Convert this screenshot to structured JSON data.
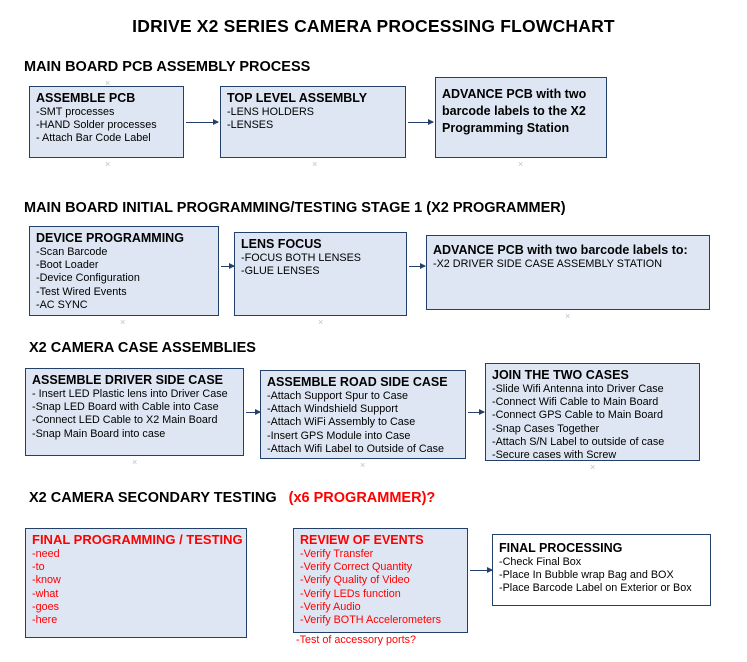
{
  "title": "IDRIVE X2  SERIES CAMERA PROCESSING FLOWCHART",
  "sections": [
    {
      "heading": "MAIN BOARD PCB ASSEMBLY PROCESS",
      "heading_red": "",
      "boxes": [
        {
          "title": "ASSEMBLE PCB",
          "items": [
            "-SMT processes",
            "-HAND Solder processes",
            "- Attach Bar Code Label"
          ]
        },
        {
          "title": "TOP LEVEL ASSEMBLY",
          "items": [
            "-LENS HOLDERS",
            "-LENSES"
          ]
        },
        {
          "title": "ADVANCE PCB with two barcode labels to the X2 Programming Station",
          "items": []
        }
      ]
    },
    {
      "heading": "MAIN BOARD INITIAL PROGRAMMING/TESTING STAGE 1 (X2 PROGRAMMER)",
      "heading_red": "",
      "boxes": [
        {
          "title": "DEVICE PROGRAMMING",
          "items": [
            "-Scan Barcode",
            "-Boot Loader",
            "-Device Configuration",
            "-Test Wired Events",
            "-AC SYNC"
          ]
        },
        {
          "title": "LENS FOCUS",
          "items": [
            "-FOCUS BOTH LENSES",
            "-GLUE LENSES"
          ]
        },
        {
          "title": "ADVANCE PCB with two barcode labels to:",
          "items": [
            "-X2 DRIVER  SIDE  CASE  ASSEMBLY STATION"
          ]
        }
      ]
    },
    {
      "heading": "X2 CAMERA CASE ASSEMBLIES",
      "heading_red": "",
      "boxes": [
        {
          "title": "ASSEMBLE DRIVER SIDE CASE",
          "items": [
            "- Insert LED Plastic lens into Driver Case",
            "-Snap LED Board with Cable into Case",
            "-Connect LED Cable to X2 Main Board",
            "-Snap Main Board into case"
          ]
        },
        {
          "title": "ASSEMBLE ROAD SIDE CASE",
          "items": [
            "-Attach Support Spur to Case",
            "-Attach Windshield Support",
            "-Attach WiFi Assembly to Case",
            "-Insert GPS Module into Case",
            "-Attach Wifi Label to Outside of Case"
          ]
        },
        {
          "title": "JOIN THE TWO CASES",
          "items": [
            "-Slide Wifi Antenna into Driver Case",
            "-Connect Wifi Cable to Main Board",
            "-Connect GPS Cable to Main Board",
            "-Snap Cases Together",
            "-Attach S/N Label to outside of case",
            "-Secure cases with Screw"
          ]
        }
      ]
    },
    {
      "heading": "X2 CAMERA SECONDARY TESTING",
      "heading_red": "(x6 PROGRAMMER)?",
      "boxes": [
        {
          "title": "FINAL PROGRAMMING / TESTING",
          "items": [
            "-need",
            "-to",
            "-know",
            "-what",
            "-goes",
            "-here"
          ]
        },
        {
          "title": "REVIEW OF EVENTS",
          "items": [
            "-Verify Transfer",
            "-Verify Correct Quantity",
            "-Verify Quality of Video",
            "-Verify LEDs function",
            "-Verify Audio",
            "-Verify BOTH Accelerometers",
            "-Test of accessory ports?"
          ]
        },
        {
          "title": "FINAL PROCESSING",
          "items": [
            "-Check Final Box",
            "-Place In Bubble wrap Bag and BOX",
            "-Place Barcode Label on Exterior or Box"
          ]
        }
      ]
    }
  ],
  "colors": {
    "box_fill": "#dde6f2",
    "box_border": "#23406b",
    "red_text": "#ff0000"
  }
}
